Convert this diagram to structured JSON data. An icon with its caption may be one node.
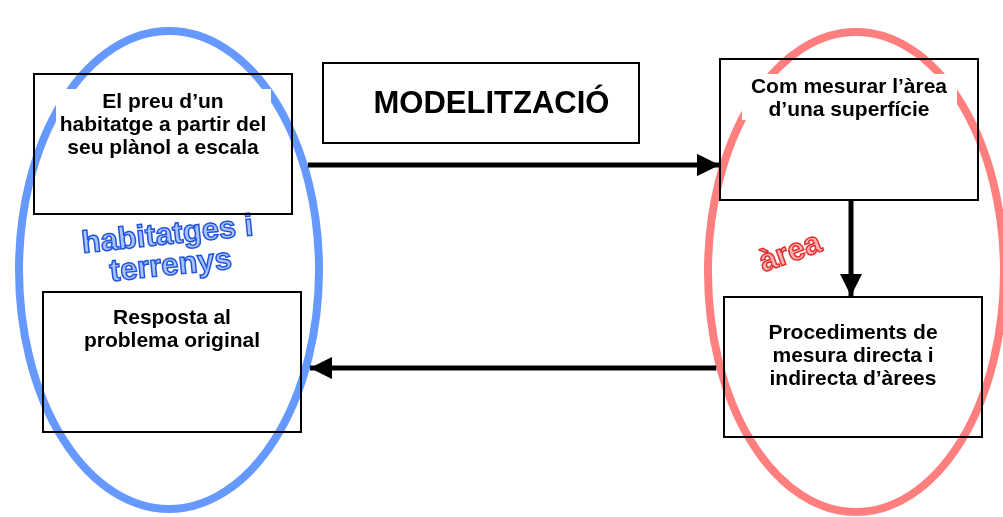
{
  "diagram": {
    "nodes": [
      {
        "text": [
          "habitatges i terrenys"
        ]
      },
      {
        "text": [
          "El preu d’un habitatge a partir del seu plànol a escala"
        ],
        "in": 0
      },
      {
        "text": [
          "MODELITZACIÓ"
        ]
      },
      {
        "text": [
          "àrea"
        ]
      },
      {
        "text": [
          "Com mesurar l’àrea d’una superfície"
        ],
        "in": 3
      },
      {
        "text": [
          "Procediments de mesura directa i indirecta d’àrees"
        ],
        "in": 3
      },
      {
        "text": [
          "Resposta al problema original"
        ],
        "in": 0
      }
    ],
    "edges": [
      {
        "from": 0,
        "to": 3,
        "arrow": "to"
      },
      {
        "from": 4,
        "to": 5,
        "arrow": "to"
      },
      {
        "from": 3,
        "to": 0,
        "arrow": "to"
      }
    ]
  }
}
